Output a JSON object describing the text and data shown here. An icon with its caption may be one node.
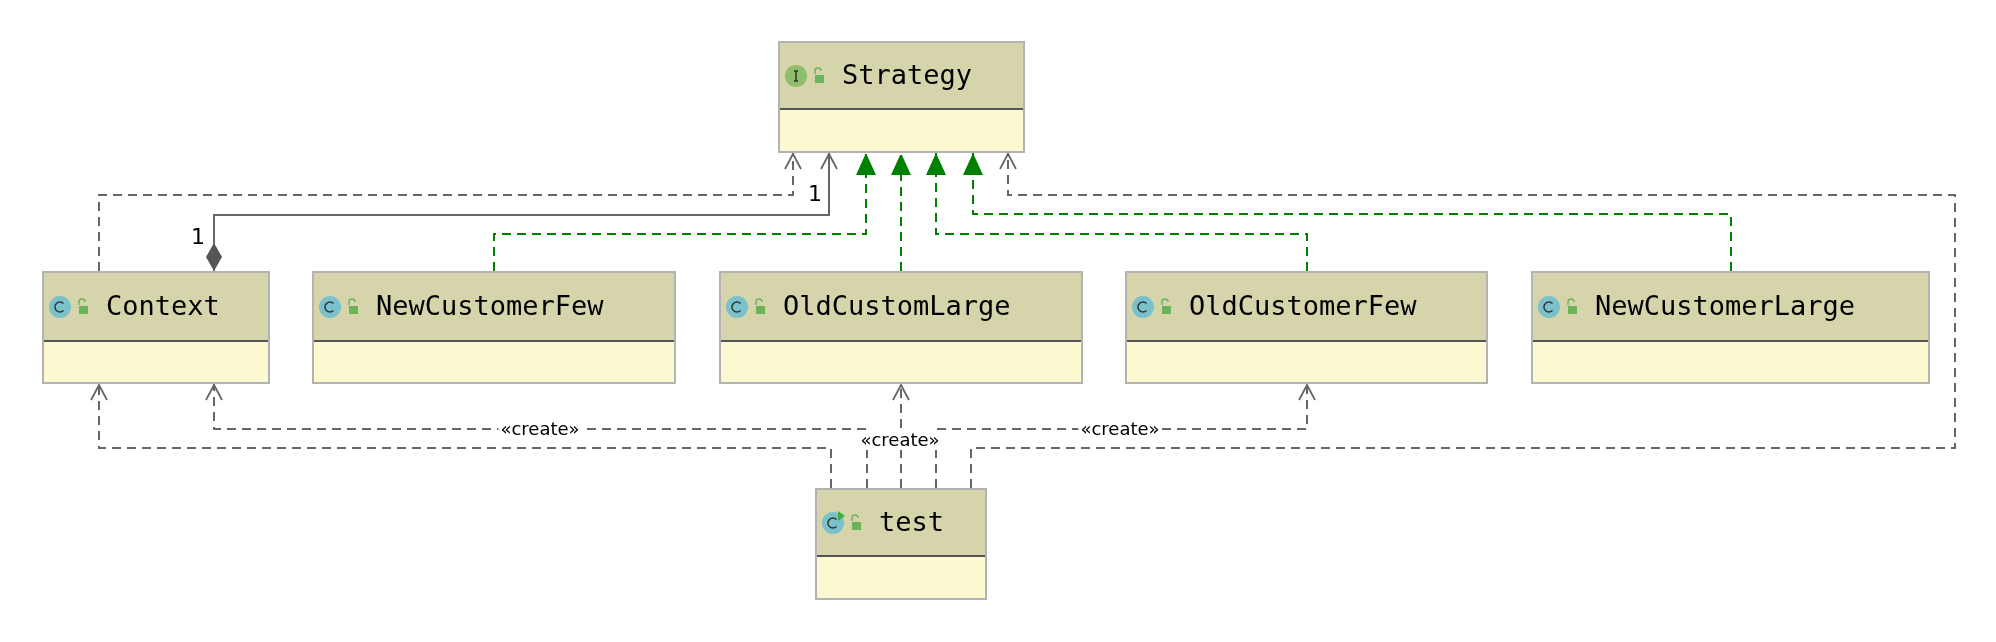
{
  "diagram": {
    "nodes": [
      {
        "text": [
          "Strategy"
        ]
      },
      {
        "text": [
          "Context"
        ]
      },
      {
        "text": [
          "NewCustomerFew"
        ]
      },
      {
        "text": [
          "OldCustomLarge"
        ]
      },
      {
        "text": [
          "OldCustomerFew"
        ]
      },
      {
        "text": [
          "NewCustomerLarge"
        ]
      },
      {
        "text": [
          "test"
        ]
      }
    ],
    "edges": [
      {
        "from": 1,
        "to": 0,
        "arrow": "to",
        "style": "dashed"
      },
      {
        "from": 1,
        "to": 0,
        "arrow": "to"
      },
      {
        "from": 2,
        "to": 0,
        "arrow": "to",
        "style": "dashed",
        "color": "#008000"
      },
      {
        "from": 3,
        "to": 0,
        "arrow": "to",
        "style": "dashed",
        "color": "#008000"
      },
      {
        "from": 4,
        "to": 0,
        "arrow": "to",
        "style": "dashed",
        "color": "#008000"
      },
      {
        "from": 5,
        "to": 0,
        "arrow": "to",
        "style": "dashed",
        "color": "#008000"
      },
      {
        "from": 6,
        "to": 1,
        "arrow": "to",
        "style": "dashed"
      },
      {
        "from": 6,
        "to": 1,
        "arrow": "to",
        "style": "dashed",
        "label": "«create»"
      },
      {
        "from": 6,
        "to": 3,
        "arrow": "to",
        "style": "dashed",
        "label": "«create»"
      },
      {
        "from": 6,
        "to": 4,
        "arrow": "to",
        "style": "dashed",
        "label": "«create»"
      },
      {
        "from": 6,
        "to": 0,
        "arrow": "to",
        "style": "dashed"
      }
    ],
    "labels": [
      "1",
      "1"
    ]
  }
}
